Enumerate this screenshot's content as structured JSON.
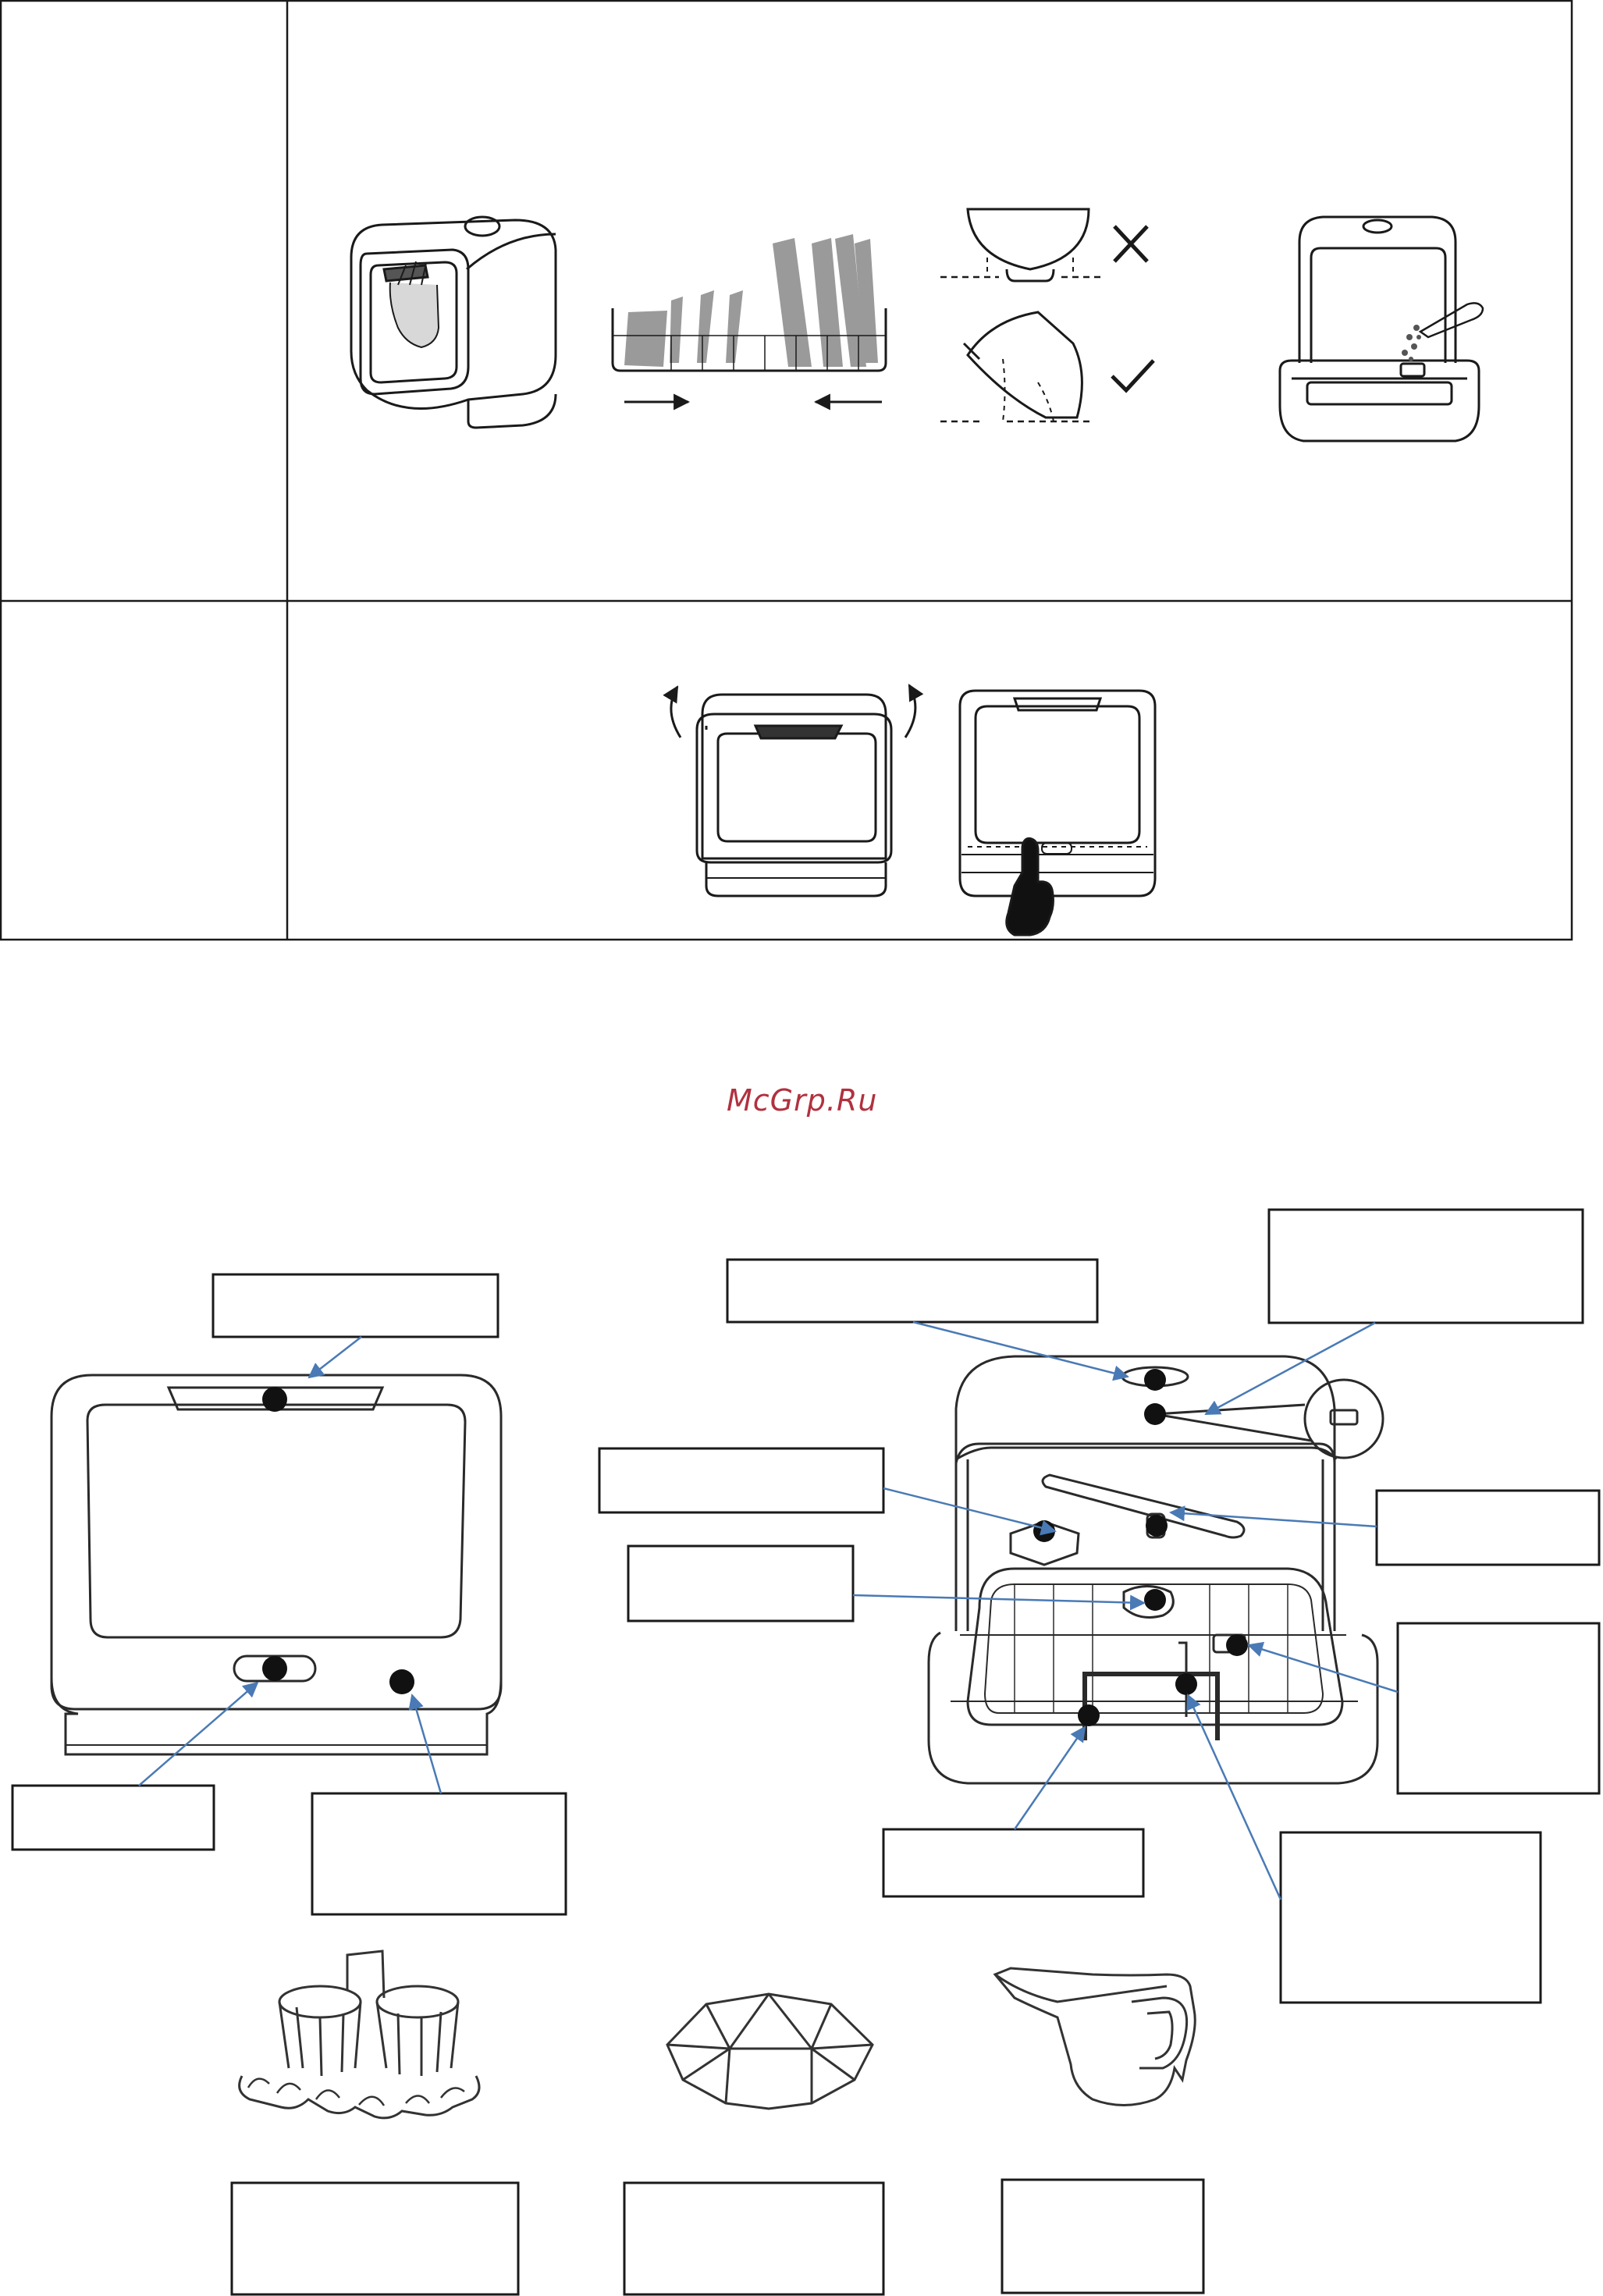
{
  "watermark": {
    "text": "McGrp.Ru"
  },
  "colors": {
    "callout_line": "#4a7ab5",
    "ink": "#1a1a1a",
    "watermark": "#b1313f"
  },
  "instruction_table": {
    "rows": [
      {
        "label": "",
        "illustrations": [
          "dishwasher-loading-illustration",
          "rack-arrangement-illustration",
          "bowl-placement-illustration",
          "detergent-filling-illustration"
        ]
      },
      {
        "label": "",
        "illustrations": [
          "door-close-illustration",
          "power-button-illustration"
        ]
      }
    ]
  },
  "diagram_labels": {
    "door_handle": "",
    "control_panel": "",
    "indicator_light": "",
    "top_vent": "",
    "rinse_aid_dispenser": "",
    "spray_arm_upper": "",
    "filter": "",
    "lower_spray_arm": "",
    "detergent_box": "",
    "rack": "",
    "cutlery_holder": "",
    "accessory_cup_holder": "",
    "accessory_bowl_holder": "",
    "accessory_measuring_cup": ""
  }
}
